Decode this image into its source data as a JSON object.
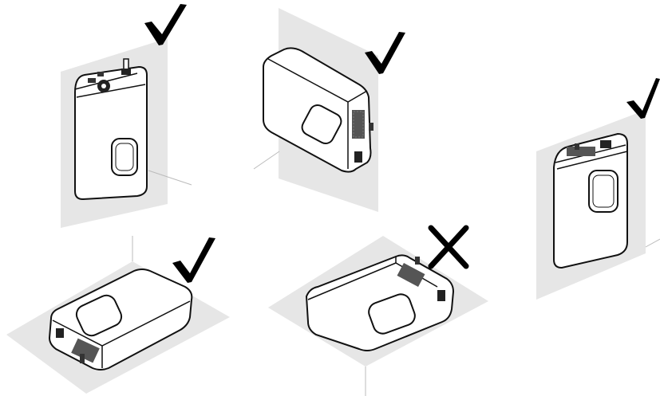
{
  "figure": {
    "panels": [
      {
        "orientation": "vertical-upright",
        "ports": "top",
        "verdict": "allowed",
        "mark_icon": "checkmark-icon"
      },
      {
        "orientation": "horizontal-on-wall",
        "ports": "side",
        "verdict": "allowed",
        "mark_icon": "checkmark-icon"
      },
      {
        "orientation": "vertical-upright",
        "ports": "top",
        "verdict": "allowed",
        "mark_icon": "checkmark-icon"
      },
      {
        "orientation": "flat-on-floor",
        "ports": "side",
        "verdict": "allowed",
        "mark_icon": "checkmark-icon"
      },
      {
        "orientation": "upside-down-on-ceiling",
        "ports": "side",
        "verdict": "not-allowed",
        "mark_icon": "cross-icon"
      }
    ],
    "colors": {
      "surface": "#e6e6e6",
      "device_body": "#ffffff",
      "outline": "#111111",
      "mark": "#000000"
    }
  }
}
